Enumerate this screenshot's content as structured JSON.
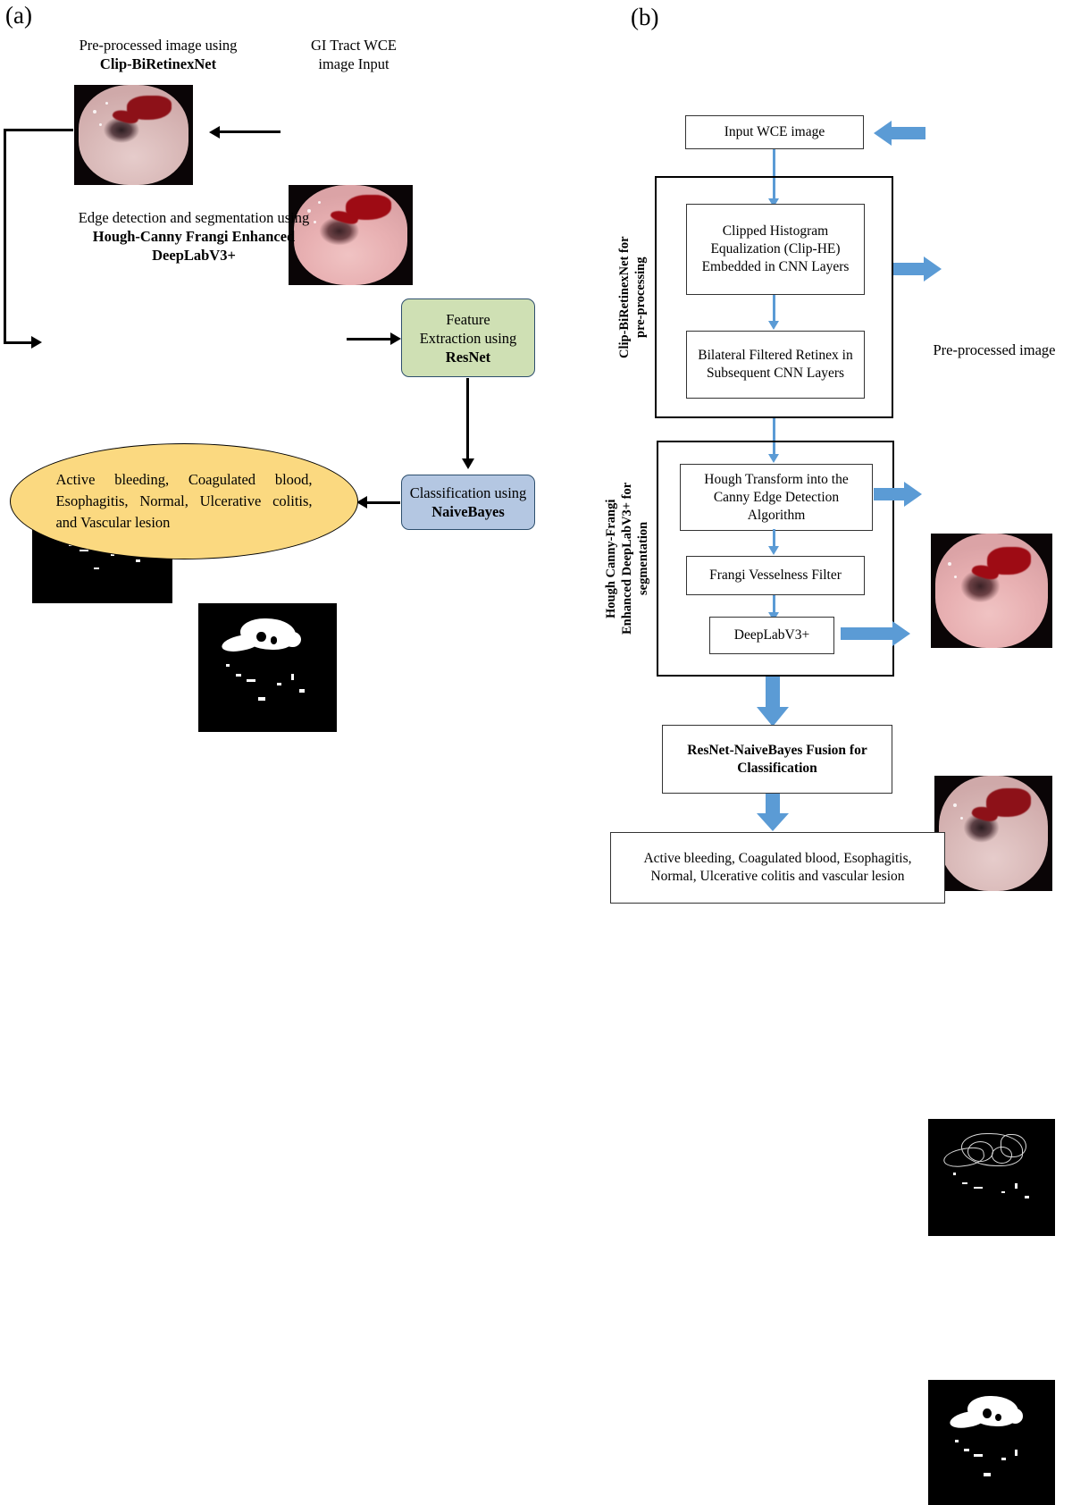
{
  "figure": {
    "panel_a_label": "(a)",
    "panel_b_label": "(b)"
  },
  "panel_a": {
    "captions": {
      "preprocessed_line1": "Pre-processed image using",
      "preprocessed_line2": "Clip-BiRetinexNet",
      "input_line1": "GI Tract WCE",
      "input_line2": "image Input",
      "segmentation_line1": "Edge detection and segmentation using",
      "segmentation_line2": "Hough-Canny Frangi Enhanced",
      "segmentation_line3": "DeepLabV3+"
    },
    "feature_box": {
      "line1": "Feature",
      "line2": "Extraction using",
      "line3": "ResNet",
      "fill": "#cfe0b4",
      "border": "#2e4f6e"
    },
    "classification_box": {
      "line1": "Classification using",
      "line2": "NaiveBayes",
      "fill": "#b4c7e2",
      "border": "#2e4f6e"
    },
    "output_ellipse": {
      "text": "Active bleeding, Coagulated blood, Esophagitis, Normal, Ulcerative colitis, and Vascular lesion",
      "fill": "#fbd980",
      "border": "#000000"
    }
  },
  "panel_b": {
    "input_box": "Input WCE image",
    "preprocessing_group_label": "Clip-BiRetinexNet for\npre-processing",
    "preprocessing_steps": [
      "Clipped Histogram Equalization (Clip-HE) Embedded in CNN Layers",
      "Bilateral Filtered Retinex in Subsequent CNN Layers"
    ],
    "segmentation_group_label": "Hough Canny-Frangi\nEnhanced DeepLabV3+ for\nsegmentation",
    "segmentation_steps": [
      "Hough Transform into the Canny Edge Detection Algorithm",
      "Frangi Vesselness Filter",
      "DeepLabV3+"
    ],
    "fusion_box": "ResNet-NaiveBayes Fusion for Classification",
    "output_box": "Active bleeding, Coagulated blood, Esophagitis, Normal, Ulcerative colitis and vascular lesion",
    "preprocessed_caption": "Pre-processed image",
    "arrow_color": "#5b9bd5"
  },
  "colors": {
    "blue_arrow": "#5b9bd5",
    "green_fill": "#cfe0b4",
    "blue_fill": "#b4c7e2",
    "yellow_fill": "#fbd980",
    "box_border": "#333333"
  }
}
